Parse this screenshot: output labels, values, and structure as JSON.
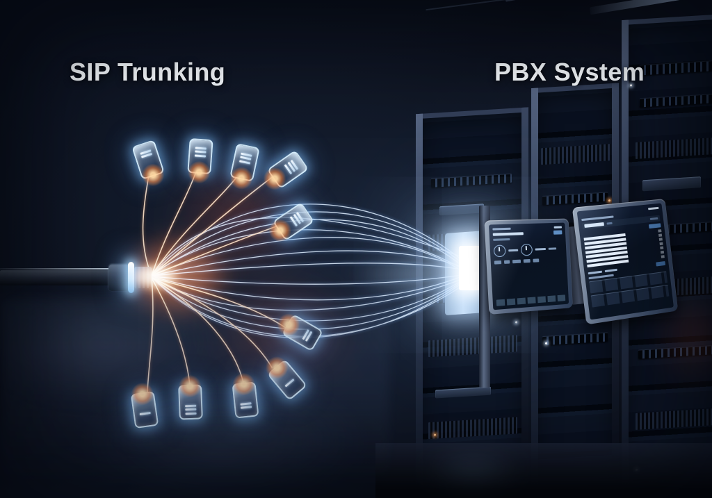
{
  "titles": {
    "left": "SIP Trunking",
    "right": "PBX System"
  },
  "colors": {
    "title": "#f4f8fc",
    "fiber": "#dfeeff",
    "wire_warm": "#ffe3c8",
    "glow_orange": "#ff8a45",
    "glow_blue": "#9fd2ff",
    "port_core": "#ffffff",
    "rack_frame": "#42526e",
    "panel_bezel": "#8c9aad",
    "screen_bg": "#0a1322",
    "background": "#0a0e19"
  },
  "scene": {
    "endpoint_count": 10,
    "rack_count": 3,
    "panel_count": 2
  }
}
